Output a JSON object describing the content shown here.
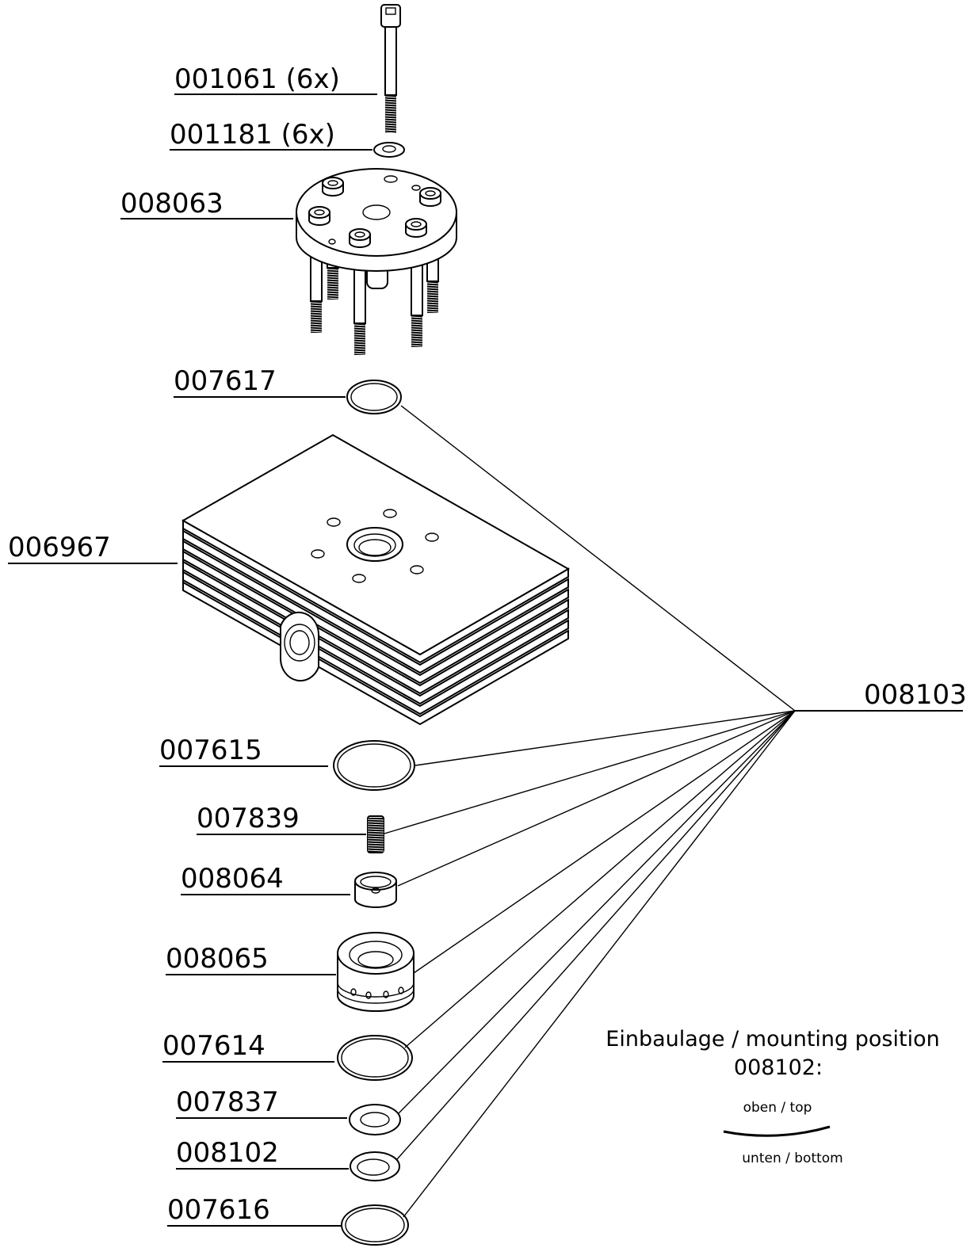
{
  "labels": {
    "p001061": "001061 (6x)",
    "p001181": "001181 (6x)",
    "p008063": "008063",
    "p007617": "007617",
    "p006967": "006967",
    "p008103": "008103",
    "p007615": "007615",
    "p007839": "007839",
    "p008064": "008064",
    "p008065": "008065",
    "p007614": "007614",
    "p007837": "007837",
    "p008102": "008102",
    "p007616": "007616"
  },
  "mounting_note": {
    "title": "Einbaulage / mounting position",
    "part": "008102:",
    "top": "oben / top",
    "bottom": "unten / bottom"
  },
  "colors": {
    "line": "#000000",
    "background": "#ffffff"
  }
}
